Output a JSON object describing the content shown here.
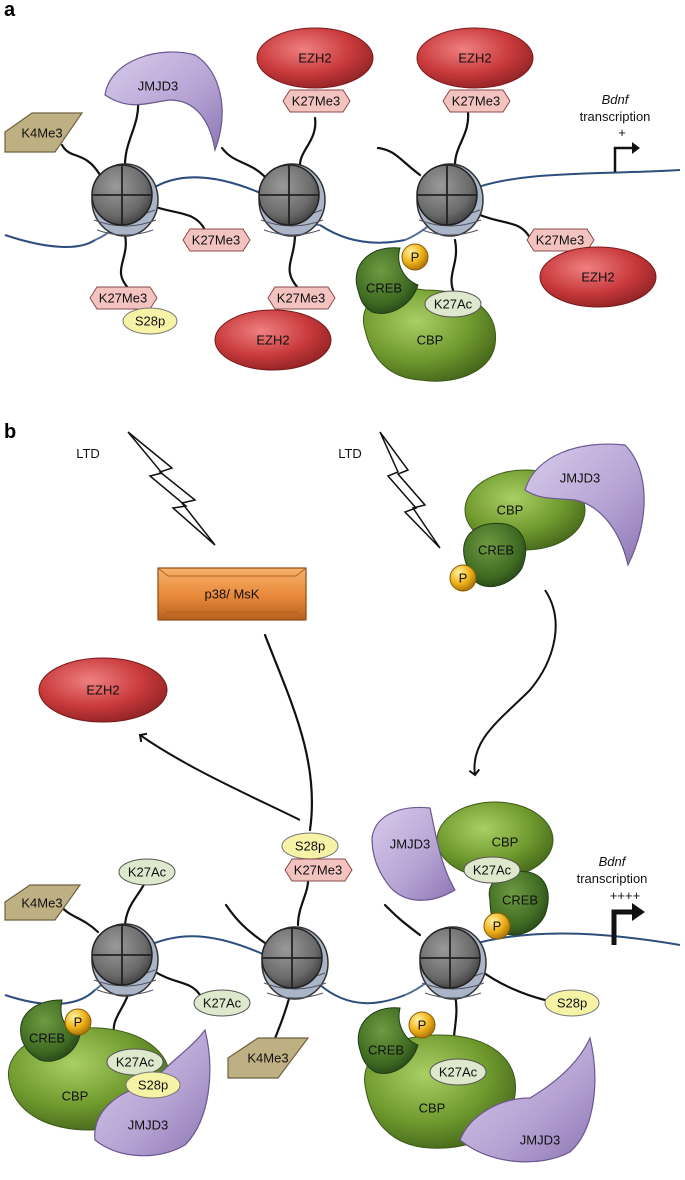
{
  "panels": {
    "a": "a",
    "b": "b"
  },
  "labels": {
    "jmjd3": "JMJD3",
    "ezh2": "EZH2",
    "cbp": "CBP",
    "creb": "CREB",
    "p": "P",
    "k27me3": "K27Me3",
    "k4me3": "K4Me3",
    "k27ac": "K27Ac",
    "s28p": "S28p",
    "ltd": "LTD",
    "kinase": "p38/ MsK",
    "bdnf": "Bdnf",
    "transcription": "transcription",
    "plus_a": "+",
    "plus_b": "++++"
  },
  "colors": {
    "ezh2": "#c8393b",
    "cbp": "#6f9a2e",
    "creb": "#3f6b22",
    "jmjd3": "#b5a2d3",
    "k27me3": "#f3c3c0",
    "k4me3": "#bfb084",
    "k27ac": "#dde8cc",
    "s28p": "#f6f2a6",
    "phospho": "#f0b21b",
    "kinase": "#e8883a",
    "nucleosome": "#6a6a6a",
    "dna": "#2d4f7d"
  }
}
